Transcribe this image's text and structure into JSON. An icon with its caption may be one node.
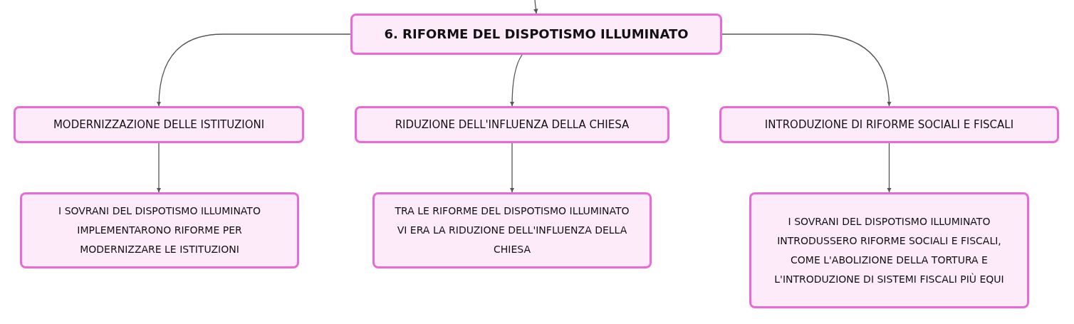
{
  "diagram": {
    "nodes": [
      {
        "text": [
          "6. RIFORME DEL DISPOTISMO ILLUMINATO"
        ]
      },
      {
        "text": [
          "MODERNIZZAZIONE DELLE ISTITUZIONI"
        ]
      },
      {
        "text": [
          "RIDUZIONE DELL'INFLUENZA DELLA CHIESA"
        ]
      },
      {
        "text": [
          "INTRODUZIONE DI RIFORME SOCIALI E FISCALI"
        ]
      },
      {
        "text": [
          "I SOVRANI DEL DISPOTISMO ILLUMINATO IMPLEMENTARONO RIFORME PER MODERNIZZARE LE ISTITUZIONI"
        ]
      },
      {
        "text": [
          "TRA LE RIFORME DEL DISPOTISMO ILLUMINATO VI ERA LA RIDUZIONE DELL'INFLUENZA DELLA CHIESA"
        ]
      },
      {
        "text": [
          "I SOVRANI DEL DISPOTISMO ILLUMINATO INTRODUSSERO RIFORME SOCIALI E FISCALI, COME L'ABOLIZIONE DELLA TORTURA E L'INTRODUZIONE DI SISTEMI FISCALI PIÙ EQUI"
        ]
      }
    ],
    "edges": [
      {
        "from": null,
        "to": 0,
        "arrow": "to"
      },
      {
        "from": 0,
        "to": 1,
        "arrow": "to"
      },
      {
        "from": 0,
        "to": 2,
        "arrow": "to"
      },
      {
        "from": 0,
        "to": 3,
        "arrow": "to"
      },
      {
        "from": 1,
        "to": 4,
        "arrow": "to"
      },
      {
        "from": 2,
        "to": 5,
        "arrow": "to"
      },
      {
        "from": 3,
        "to": 6,
        "arrow": "to"
      }
    ]
  }
}
